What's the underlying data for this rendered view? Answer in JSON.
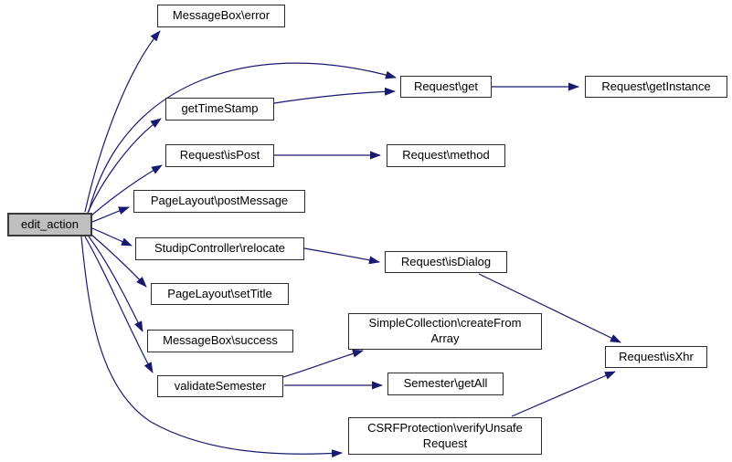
{
  "diagram": {
    "kind": "call-graph",
    "root_function": "edit_action",
    "colors": {
      "edge": "#191970",
      "node_border": "#2b2b2b",
      "node_fill": "#ffffff",
      "root_fill": "#bfbfbf",
      "background": "#ffffff",
      "text": "#000000"
    },
    "nodes": [
      {
        "id": "edit-action",
        "label": "edit_action"
      },
      {
        "id": "messagebox-error",
        "label": "MessageBox\\error"
      },
      {
        "id": "request-get",
        "label": "Request\\get"
      },
      {
        "id": "request-getinstance",
        "label": "Request\\getInstance"
      },
      {
        "id": "gettimestamp",
        "label": "getTimeStamp"
      },
      {
        "id": "request-ispost",
        "label": "Request\\isPost"
      },
      {
        "id": "request-method",
        "label": "Request\\method"
      },
      {
        "id": "pagelayout-postmessage",
        "label": "PageLayout\\postMessage"
      },
      {
        "id": "studipcontroller-relocate",
        "label": "StudipController\\relocate"
      },
      {
        "id": "request-isdialog",
        "label": "Request\\isDialog"
      },
      {
        "id": "pagelayout-settitle",
        "label": "PageLayout\\setTitle"
      },
      {
        "id": "messagebox-success",
        "label": "MessageBox\\success"
      },
      {
        "id": "validatesemester",
        "label": "validateSemester"
      },
      {
        "id": "simplecollection-createfromarray",
        "label": "SimpleCollection\\createFrom\nArray"
      },
      {
        "id": "semester-getall",
        "label": "Semester\\getAll"
      },
      {
        "id": "csrfprotection-verifyunsaferequest",
        "label": "CSRFProtection\\verifyUnsafe\nRequest"
      },
      {
        "id": "request-isxhr",
        "label": "Request\\isXhr"
      }
    ],
    "edges": [
      {
        "from": "edit_action",
        "to": "MessageBox\\error"
      },
      {
        "from": "edit_action",
        "to": "Request\\get"
      },
      {
        "from": "edit_action",
        "to": "getTimeStamp"
      },
      {
        "from": "edit_action",
        "to": "Request\\isPost"
      },
      {
        "from": "edit_action",
        "to": "PageLayout\\postMessage"
      },
      {
        "from": "edit_action",
        "to": "StudipController\\relocate"
      },
      {
        "from": "edit_action",
        "to": "PageLayout\\setTitle"
      },
      {
        "from": "edit_action",
        "to": "MessageBox\\success"
      },
      {
        "from": "edit_action",
        "to": "validateSemester"
      },
      {
        "from": "edit_action",
        "to": "CSRFProtection\\verifyUnsafeRequest"
      },
      {
        "from": "getTimeStamp",
        "to": "Request\\get"
      },
      {
        "from": "Request\\get",
        "to": "Request\\getInstance"
      },
      {
        "from": "Request\\isPost",
        "to": "Request\\method"
      },
      {
        "from": "StudipController\\relocate",
        "to": "Request\\isDialog"
      },
      {
        "from": "Request\\isDialog",
        "to": "Request\\isXhr"
      },
      {
        "from": "validateSemester",
        "to": "SimpleCollection\\createFromArray"
      },
      {
        "from": "validateSemester",
        "to": "Semester\\getAll"
      },
      {
        "from": "CSRFProtection\\verifyUnsafeRequest",
        "to": "Request\\isXhr"
      }
    ]
  }
}
